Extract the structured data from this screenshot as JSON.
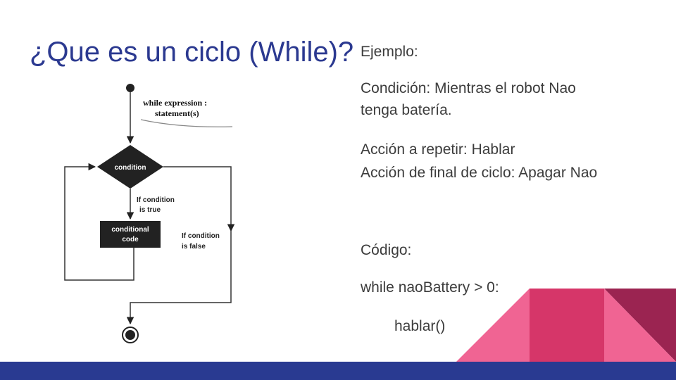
{
  "slide": {
    "title": "¿Que es un ciclo (While)?",
    "colors": {
      "title": "#2b3990",
      "footer": "#293a91",
      "pink": "#f06493",
      "magenta": "#d63669",
      "maroon": "#9b2451"
    }
  },
  "diagram": {
    "syntax_line1": "while expression :",
    "syntax_line2": "statement(s)",
    "condition_label": "condition",
    "true_label_line1": "If condition",
    "true_label_line2": "is true",
    "code_label_line1": "conditional",
    "code_label_line2": "code",
    "false_label_line1": "If condition",
    "false_label_line2": "is false"
  },
  "content": {
    "example_heading": "Ejemplo:",
    "condition_line1": "Condición: Mientras el robot Nao",
    "condition_line2": "tenga batería.",
    "action_repeat": "Acción a repetir: Hablar",
    "action_end": "Acción de final de ciclo: Apagar Nao",
    "code_heading": "Código:",
    "code_line1": "while naoBattery > 0:",
    "code_line2": "hablar()"
  }
}
